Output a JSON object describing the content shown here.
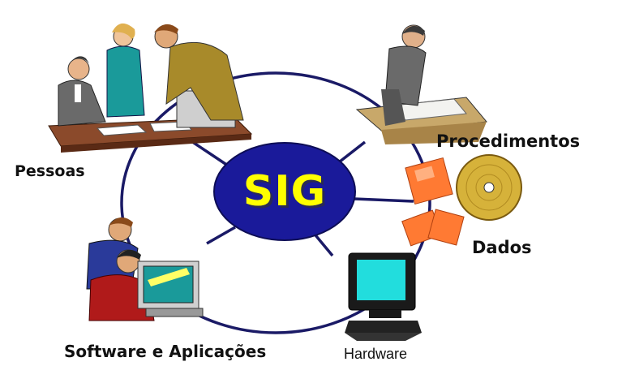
{
  "diagram": {
    "center_label": "SIG",
    "components": {
      "pessoas": "Pessoas",
      "procedimentos": "Procedimentos",
      "dados": "Dados",
      "software": "Software e Aplicações",
      "hardware": "Hardware"
    },
    "colors": {
      "center_fill": "#1a1a9a",
      "center_text": "#ffff00",
      "ring": "#1a1a66",
      "floppy": "#ff7a33",
      "cd": "#d6b23a"
    },
    "icons": [
      "people-meeting-icon",
      "person-drafting-icon",
      "floppy-disk-icon",
      "cd-disc-icon",
      "computer-users-icon",
      "computer-monitor-icon"
    ]
  }
}
